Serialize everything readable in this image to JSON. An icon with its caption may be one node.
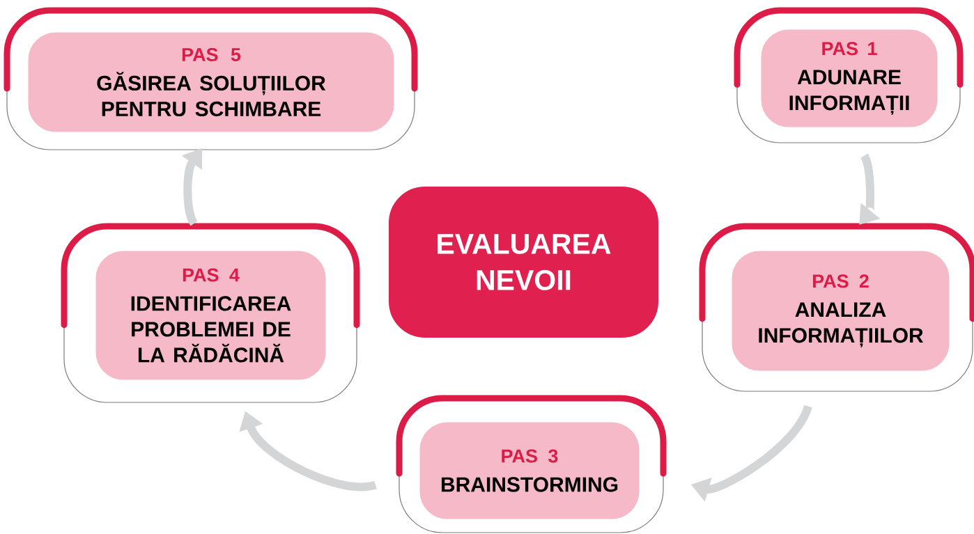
{
  "diagram": {
    "nodes": [
      {
        "text": [
          "PAS 1",
          "ADUNARE INFORMAȚII"
        ]
      },
      {
        "text": [
          "PAS 2",
          "ANALIZA INFORMAȚIILOR"
        ]
      },
      {
        "text": [
          "PAS 3",
          "BRAINSTORMING"
        ]
      },
      {
        "text": [
          "PAS 4",
          "IDENTIFICAREA PROBLEMEI DE LA RĂDĂCINĂ"
        ]
      },
      {
        "text": [
          "PAS 5",
          "GĂSIREA SOLUȚIILOR PENTRU SCHIMBARE"
        ]
      },
      {
        "text": [
          "EVALUAREA NEVOII"
        ]
      }
    ],
    "edges": [
      {
        "from": 0,
        "to": 1,
        "arrow": "to"
      },
      {
        "from": 1,
        "to": 2,
        "arrow": "to"
      },
      {
        "from": 2,
        "to": 3,
        "arrow": "to"
      },
      {
        "from": 3,
        "to": 4,
        "arrow": "to"
      }
    ]
  }
}
